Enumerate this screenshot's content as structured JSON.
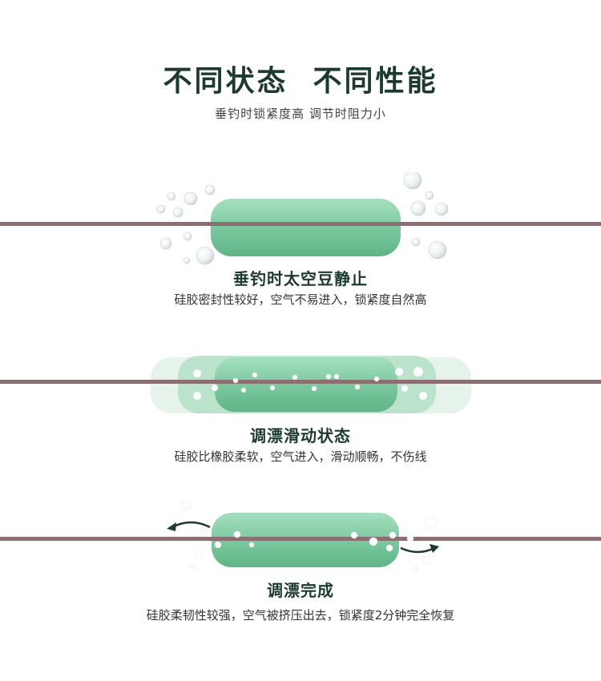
{
  "header": {
    "title": "不同状态  不同性能",
    "subtitle": "垂钓时锁紧度高 调节时阻力小"
  },
  "sections": [
    {
      "title": "垂钓时太空豆静止",
      "desc": "硅胶密封性较好，空气不易进入，锁紧度自然高"
    },
    {
      "title": "调漂滑动状态",
      "desc": "硅胶比橡胶柔软，空气进入，滑动顺畅，不伤线"
    },
    {
      "title": "调漂完成",
      "desc": "硅胶柔韧性较强，空气被挤压出去，锁紧度2分钟完全恢复"
    }
  ],
  "colors": {
    "title": "#1c3a2e",
    "bead": "#7cc9a0",
    "line": "#8a6e72"
  }
}
